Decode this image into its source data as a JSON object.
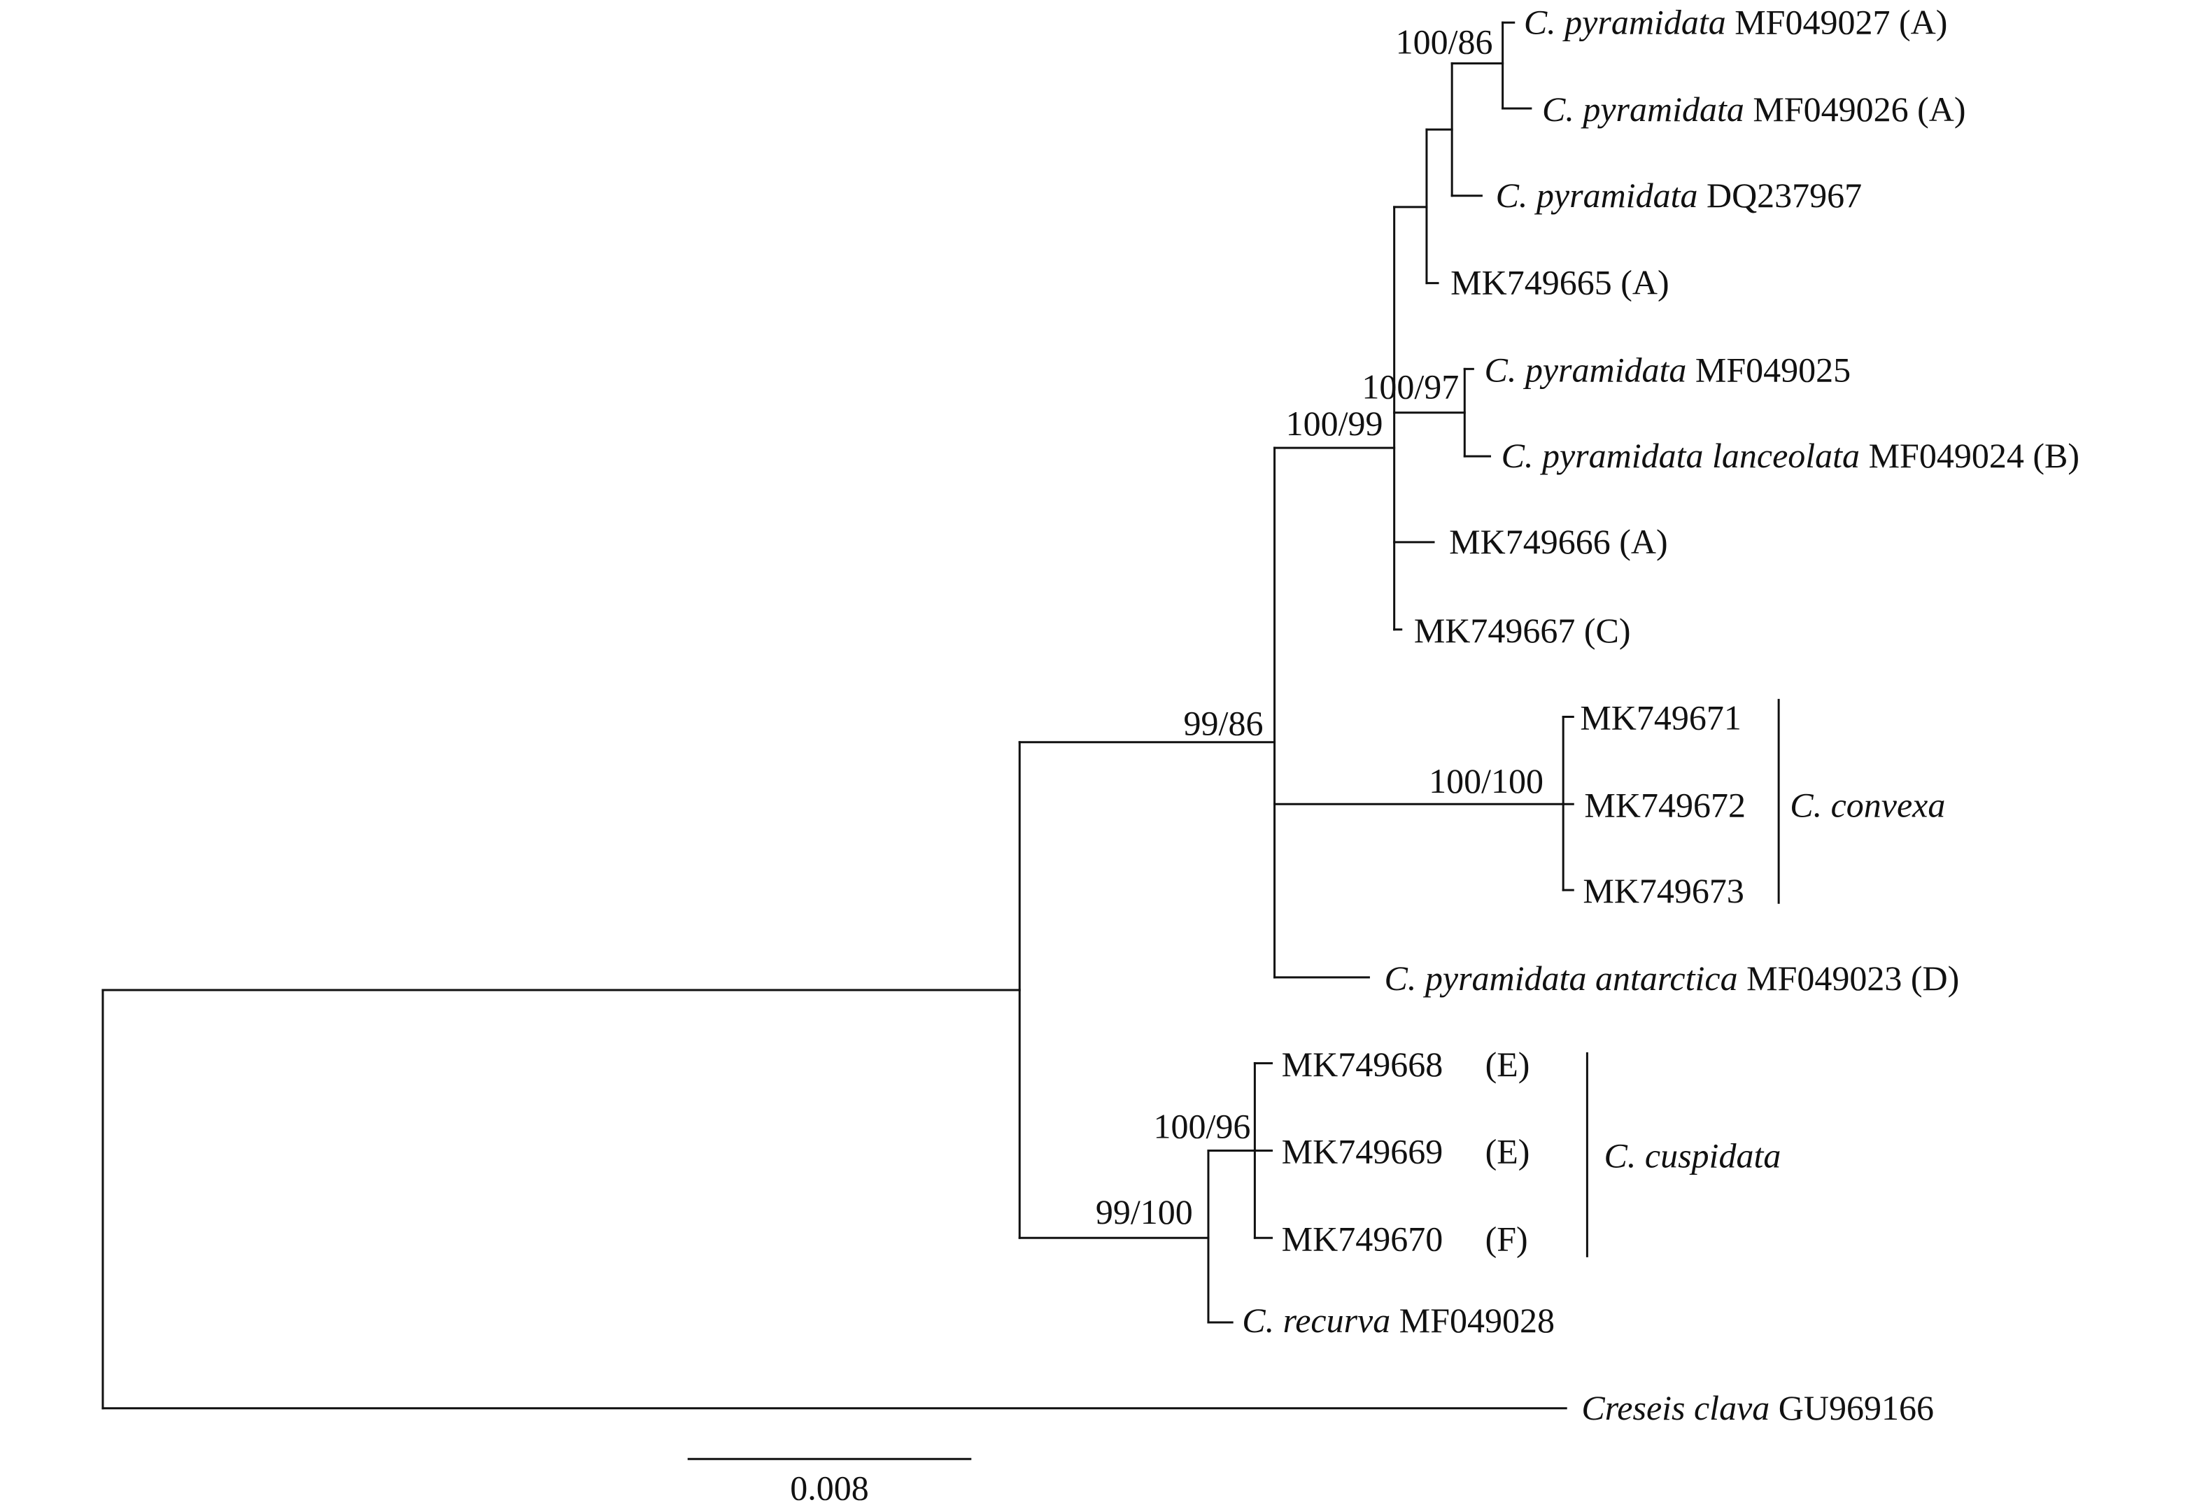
{
  "colors": {
    "ink": "#111111",
    "background": "#ffffff"
  },
  "taxa": [
    {
      "id": "t1",
      "species": "C. pyramidata",
      "accession": "MF049027",
      "note": "(A)"
    },
    {
      "id": "t2",
      "species": "C. pyramidata",
      "accession": "MF049026",
      "note": "(A)"
    },
    {
      "id": "t3",
      "species": "C. pyramidata",
      "accession": "DQ237967",
      "note": ""
    },
    {
      "id": "t4",
      "species": "",
      "accession": "MK749665",
      "note": "(A)"
    },
    {
      "id": "t5",
      "species": "C. pyramidata",
      "accession": "MF049025",
      "note": ""
    },
    {
      "id": "t6",
      "species": "C. pyramidata lanceolata",
      "accession": "MF049024",
      "note": "(B)"
    },
    {
      "id": "t7",
      "species": "",
      "accession": "MK749666",
      "note": "(A)"
    },
    {
      "id": "t8",
      "species": "",
      "accession": "MK749667",
      "note": "(C)"
    },
    {
      "id": "t9",
      "species": "",
      "accession": "MK749671",
      "note": ""
    },
    {
      "id": "t10",
      "species": "",
      "accession": "MK749672",
      "note": ""
    },
    {
      "id": "t11",
      "species": "",
      "accession": "MK749673",
      "note": ""
    },
    {
      "id": "t12",
      "species": "C. pyramidata antarctica",
      "accession": "MF049023",
      "note": "(D)"
    },
    {
      "id": "t13",
      "species": "",
      "accession": "MK749668",
      "note": "(E)"
    },
    {
      "id": "t14",
      "species": "",
      "accession": "MK749669",
      "note": "(E)"
    },
    {
      "id": "t15",
      "species": "",
      "accession": "MK749670",
      "note": "(F)"
    },
    {
      "id": "t16",
      "species": "C. recurva",
      "accession": "MF049028",
      "note": ""
    },
    {
      "id": "t17",
      "species": "Creseis clava",
      "accession": "GU969166",
      "note": ""
    }
  ],
  "support_values": [
    {
      "id": "s1",
      "label": "100/86"
    },
    {
      "id": "s2",
      "label": "100/97"
    },
    {
      "id": "s3",
      "label": "100/99"
    },
    {
      "id": "s4",
      "label": "99/86"
    },
    {
      "id": "s5",
      "label": "100/100"
    },
    {
      "id": "s6",
      "label": "100/96"
    },
    {
      "id": "s7",
      "label": "99/100"
    }
  ],
  "clade_brackets": [
    {
      "id": "b1",
      "label": "C. convexa"
    },
    {
      "id": "b2",
      "label": "C. cuspidata"
    }
  ],
  "scale_bar": {
    "label": "0.008"
  }
}
